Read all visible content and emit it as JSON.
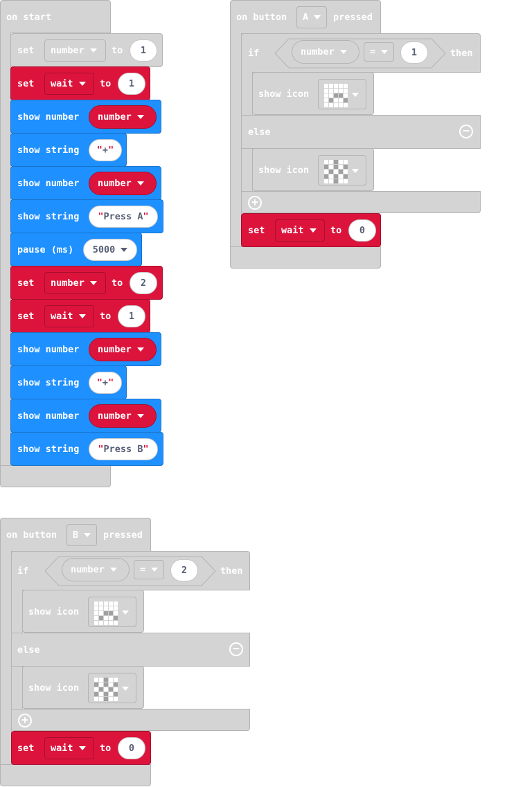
{
  "on_start": {
    "header": "on start",
    "blocks": [
      {
        "kind": "set-gray",
        "set": "set",
        "var": "number",
        "to": "to",
        "value": "1"
      },
      {
        "kind": "set-red",
        "set": "set",
        "var": "wait",
        "to": "to",
        "value": "1"
      },
      {
        "kind": "show-number",
        "label": "show number",
        "var": "number"
      },
      {
        "kind": "show-string",
        "label": "show string",
        "value": "+"
      },
      {
        "kind": "show-number",
        "label": "show number",
        "var": "number"
      },
      {
        "kind": "show-string",
        "label": "show string",
        "value": "Press A"
      },
      {
        "kind": "pause",
        "label": "pause (ms)",
        "value": "5000"
      },
      {
        "kind": "set-red",
        "set": "set",
        "var": "number",
        "to": "to",
        "value": "2"
      },
      {
        "kind": "set-red",
        "set": "set",
        "var": "wait",
        "to": "to",
        "value": "1"
      },
      {
        "kind": "show-number",
        "label": "show number",
        "var": "number"
      },
      {
        "kind": "show-string",
        "label": "show string",
        "value": "+"
      },
      {
        "kind": "show-number",
        "label": "show number",
        "var": "number"
      },
      {
        "kind": "show-string",
        "label": "show string",
        "value": "Press B"
      }
    ]
  },
  "on_button_a": {
    "prefix": "on button",
    "button": "A",
    "suffix": "pressed",
    "if_label": "if",
    "cond_var": "number",
    "cond_op": "=",
    "cond_value": "1",
    "then_label": "then",
    "show_icon_1": "show icon",
    "else_label": "else",
    "show_icon_2": "show icon",
    "set_label": "set",
    "set_var": "wait",
    "to_label": "to",
    "set_value": "0"
  },
  "on_button_b": {
    "prefix": "on button",
    "button": "B",
    "suffix": "pressed",
    "if_label": "if",
    "cond_var": "number",
    "cond_op": "=",
    "cond_value": "2",
    "then_label": "then",
    "show_icon_1": "show icon",
    "else_label": "else",
    "show_icon_2": "show icon",
    "set_label": "set",
    "set_var": "wait",
    "to_label": "to",
    "set_value": "0"
  },
  "icons": {
    "icon_a": [
      [
        1,
        1,
        1,
        1,
        1
      ],
      [
        1,
        1,
        1,
        1,
        1
      ],
      [
        1,
        1,
        0,
        0,
        1
      ],
      [
        1,
        0,
        1,
        1,
        0
      ],
      [
        1,
        1,
        1,
        1,
        1
      ]
    ],
    "icon_b": [
      [
        1,
        1,
        0,
        1,
        1
      ],
      [
        0,
        1,
        0,
        1,
        0
      ],
      [
        1,
        0,
        1,
        0,
        1
      ],
      [
        0,
        1,
        0,
        1,
        0
      ],
      [
        1,
        1,
        0,
        1,
        1
      ]
    ]
  },
  "colors": {
    "event_gray": "#d4d4d4",
    "variables_red": "#dc143c",
    "basic_blue": "#1e90ff"
  }
}
